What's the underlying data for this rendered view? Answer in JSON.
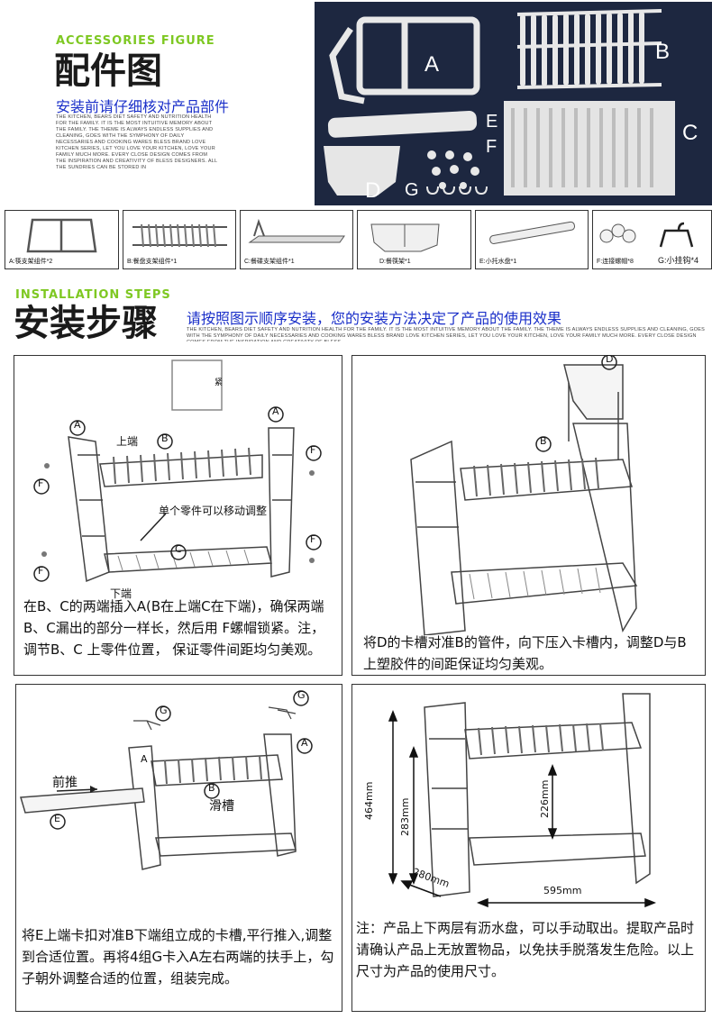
{
  "accessories": {
    "heading_en": "ACCESSORIES FIGURE",
    "title_cn": "配件图",
    "subtitle_cn": "安装前请仔细核对产品部件",
    "desc_en": "THE KITCHEN, BEARS DIET SAFETY AND NUTRITION HEALTH FOR THE FAMILY. IT IS THE MOST INTUITIVE MEMORY ABOUT THE FAMILY. THE THEME IS ALWAYS ENDLESS SUPPLIES AND CLEANING, GOES WITH THE SYMPHONY OF DAILY NECESSARIES AND COOKING WARES BLESS BRAND LOVE KITCHEN SERIES, LET YOU LOVE YOUR KITCHEN, LOVE YOUR FAMILY MUCH MORE. EVERY CLOSE DESIGN COMES FROM THE INSPIRATION AND CREATIVITY OF BLESS DESIGNERS. ALL THE SUNDRIES CAN BE STORED IN",
    "photo_labels": {
      "a": "A",
      "b": "B",
      "c": "C",
      "d": "D",
      "e": "E",
      "f": "F",
      "g": "G"
    }
  },
  "parts": [
    {
      "label": "A:筷支架组件*2"
    },
    {
      "label": "B:餐盘支架组件*1"
    },
    {
      "label": "C:餐碟支架组件*1"
    },
    {
      "label": "D:餐筷架*1"
    },
    {
      "label": "E:小托水盘*1"
    },
    {
      "label": "F:连接螺帽*8"
    },
    {
      "label": "G:小挂钩*4"
    }
  ],
  "installation": {
    "heading_en": "INSTALLATION STEPS",
    "title_cn": "安装步骤",
    "subtitle_cn": "请按照图示顺序安装，您的安装方法决定了产品的使用效果",
    "desc_en": "THE KITCHEN, BEARS DIET SAFETY AND NUTRITION HEALTH FOR THE FAMILY. IT IS THE MOST INTUITIVE MEMORY ABOUT THE FAMILY. THE THEME IS ALWAYS ENDLESS SUPPLIES AND CLEANING, GOES WITH THE SYMPHONY OF DAILY NECESSARIES AND COOKING WARES BLESS BRAND LOVE KITCHEN SERIES, LET YOU LOVE YOUR KITCHEN, LOVE YOUR FAMILY MUCH MORE. EVERY CLOSE DESIGN COMES FROM THE INSPIRATION AND CREATIVITY OF BLESS"
  },
  "steps": {
    "step1": {
      "text": "在B、C的两端插入A(B在上端C在下端)，确保两端B、C漏出的部分一样长，然后用 F螺帽锁紧。注， 调节B、C 上零件位置， 保证零件间距均匀美观。",
      "labels": {
        "a": "A",
        "b": "B",
        "c": "C",
        "f": "F",
        "top": "上端",
        "bottom": "下端",
        "movable": "单个零件可以移动调整",
        "tighten": "紧"
      }
    },
    "step2": {
      "text": "将D的卡槽对准B的管件，向下压入卡槽内，调整D与B上塑胶件的间距保证均匀美观。",
      "labels": {
        "b": "B",
        "d": "D"
      }
    },
    "step3": {
      "text": "将E上端卡扣对准B下端组立成的卡槽,平行推入,调整到合适位置。再将4组G卡入A左右两端的扶手上，勾子朝外调整合适的位置，组装完成。",
      "labels": {
        "a": "A",
        "b": "B",
        "e": "E",
        "g": "G",
        "push": "前推",
        "slot": "滑槽"
      }
    },
    "step4": {
      "text": "注：产品上下两层有沥水盘，可以手动取出。提取产品时请确认产品上无放置物品，以免扶手脱落发生危险。以上尺寸为产品的使用尺寸。",
      "dims": {
        "height": "464mm",
        "mid": "283mm",
        "inner": "226mm",
        "depth": "280mm",
        "width": "595mm"
      }
    }
  },
  "colors": {
    "green": "#7ec822",
    "blue": "#1a2fc9",
    "photo_bg": "#1d2740"
  }
}
